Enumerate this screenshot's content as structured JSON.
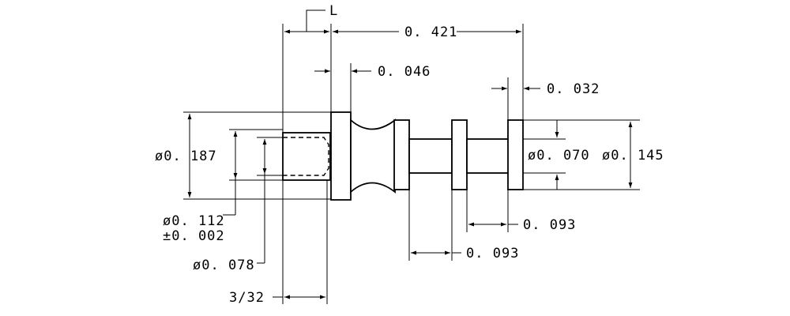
{
  "drawing": {
    "labels": {
      "leader_l": "L",
      "overall_length": "0. 421",
      "flange_thickness": "0. 046",
      "end_disc_thickness": "0. 032",
      "dia_0187": "ø0. 187",
      "dia_0070": "ø0. 070",
      "dia_0145": "ø0. 145",
      "dia_0112": "ø0. 112",
      "tol_0112": "±0. 002",
      "dia_0078": "ø0. 078",
      "spacing_a": "0. 093",
      "spacing_b": "0. 093",
      "depth_3_32": "3/32"
    }
  }
}
